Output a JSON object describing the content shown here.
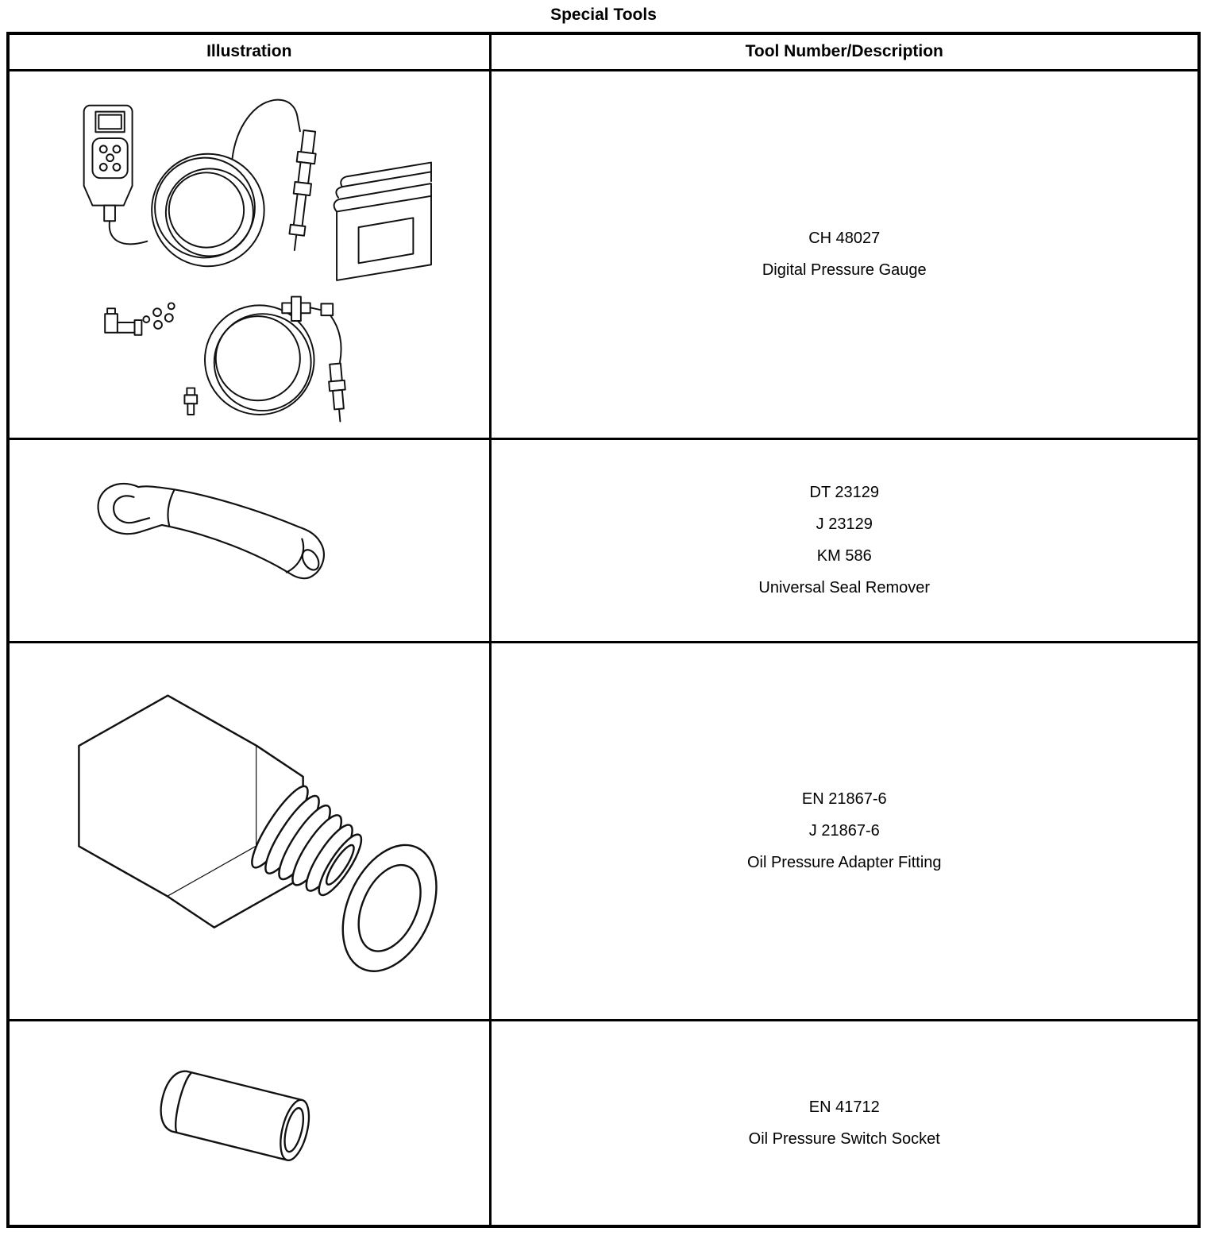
{
  "page": {
    "title": "Special Tools"
  },
  "table": {
    "headers": {
      "illustration": "Illustration",
      "tool": "Tool Number/Description"
    },
    "rows": [
      {
        "illustration": "digital-pressure-gauge",
        "lines": [
          "CH 48027",
          "Digital Pressure Gauge"
        ]
      },
      {
        "illustration": "universal-seal-remover",
        "lines": [
          "DT 23129",
          "J 23129",
          "KM 586",
          "Universal Seal Remover"
        ]
      },
      {
        "illustration": "oil-pressure-adapter-fitting",
        "lines": [
          "EN 21867-6",
          "J 21867-6",
          "Oil Pressure Adapter Fitting"
        ]
      },
      {
        "illustration": "oil-pressure-switch-socket",
        "lines": [
          "EN 41712",
          "Oil Pressure Switch Socket"
        ]
      }
    ]
  }
}
